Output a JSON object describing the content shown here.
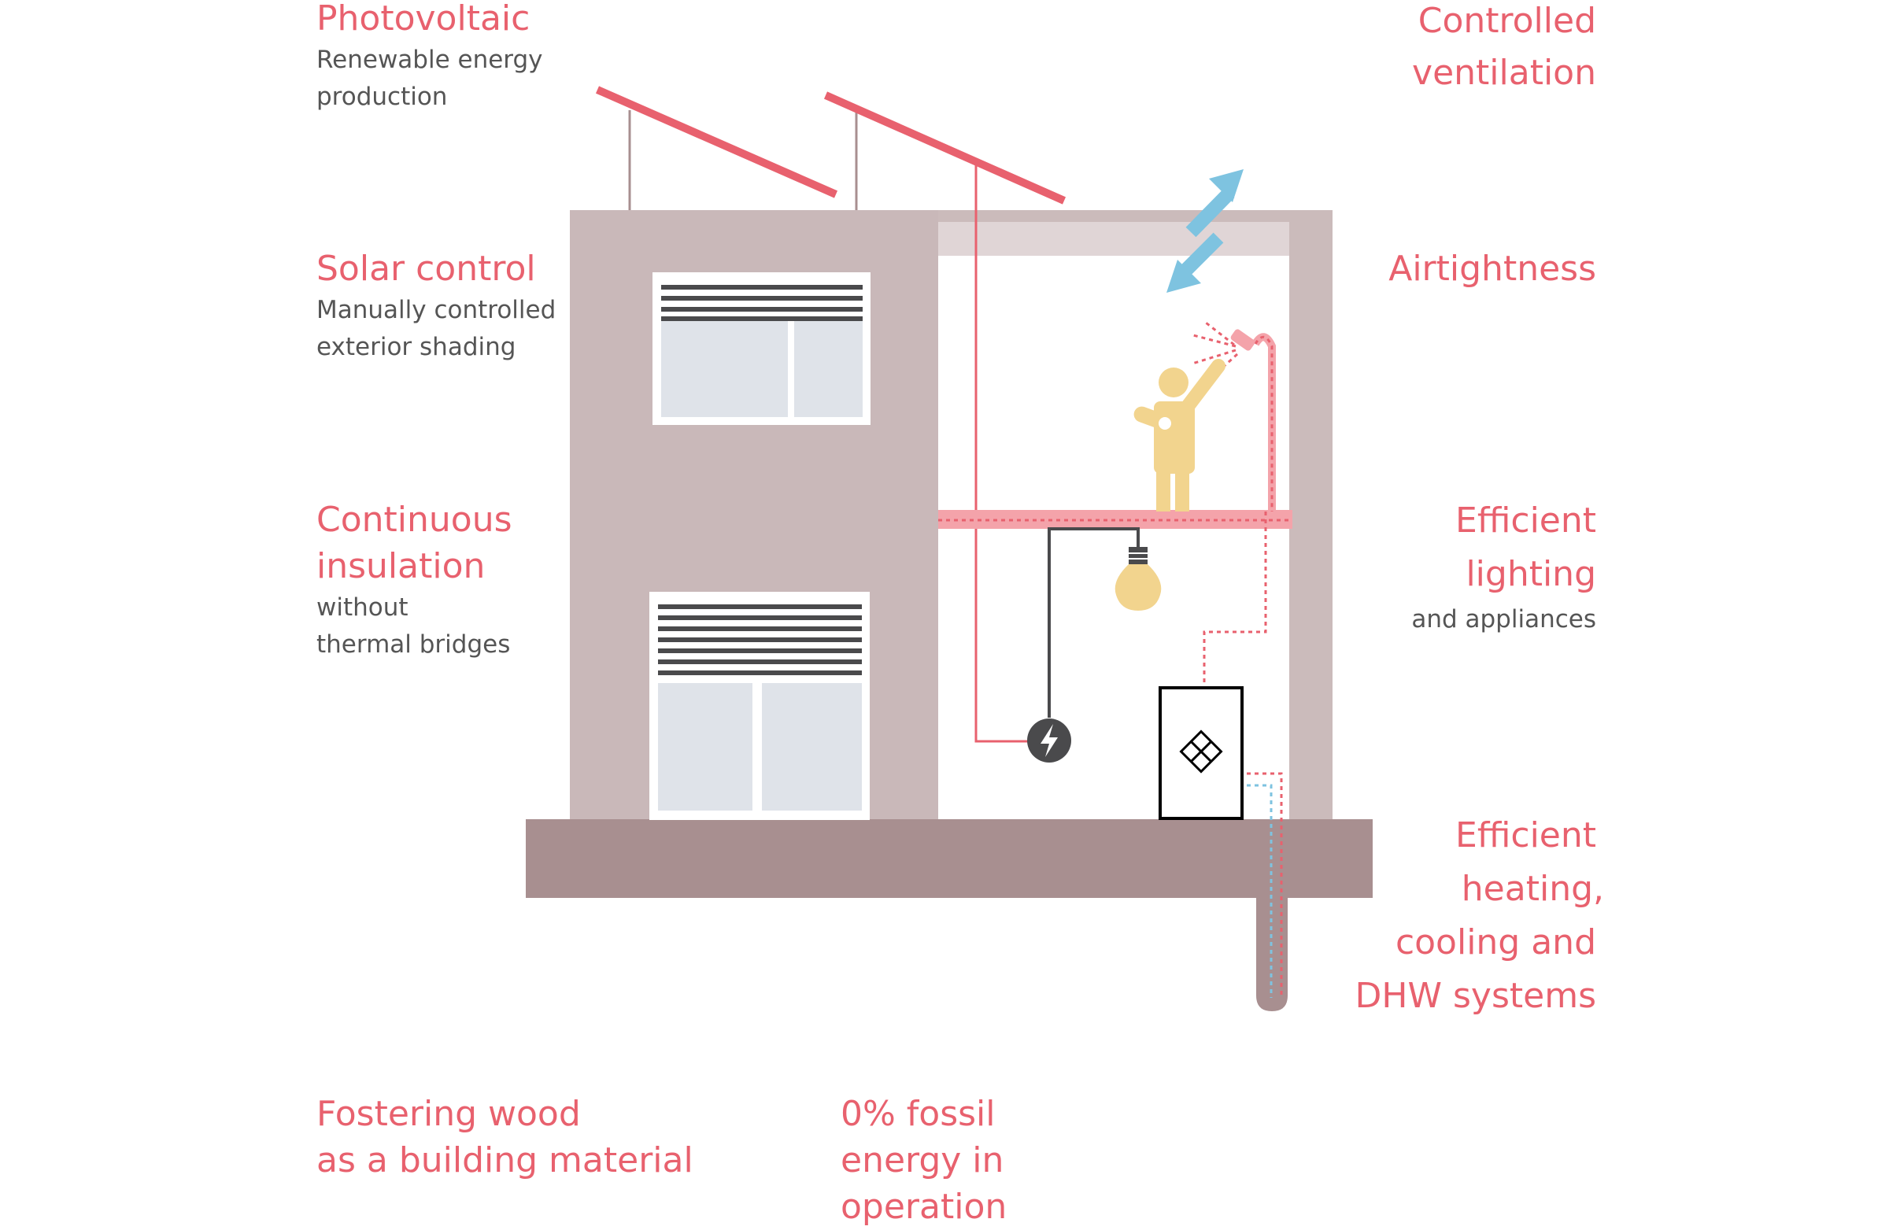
{
  "labels": {
    "photovoltaic": {
      "title": [
        "Photovoltaic"
      ],
      "sub": [
        "Renewable energy",
        "production"
      ]
    },
    "solar_control": {
      "title": [
        "Solar control"
      ],
      "sub": [
        "Manually controlled",
        "exterior shading"
      ]
    },
    "continuous_insulation": {
      "title": [
        "Continuous",
        "insulation"
      ],
      "sub": [
        "without",
        "thermal bridges"
      ]
    },
    "fostering_wood": {
      "title": [
        "Fostering wood",
        "as a building material"
      ]
    },
    "fossil_energy": {
      "title": [
        "0% fossil",
        "energy in",
        "operation"
      ]
    },
    "controlled_ventilation": {
      "title": [
        "Controlled",
        "ventilation"
      ]
    },
    "airtightness": {
      "title": [
        "Airtightness"
      ]
    },
    "efficient_lighting": {
      "title": [
        "Efficient",
        "lighting"
      ],
      "sub": [
        "and appliances"
      ]
    },
    "efficient_heating": {
      "title": [
        "Efficient",
        "heating,",
        "cooling and",
        "DHW systems"
      ]
    }
  },
  "colors": {
    "accent": "#e8616e",
    "text_secondary": "#555555",
    "wall": "#cbbbbb",
    "wall_light": "#e0d5d6",
    "foundation": "#a88f90",
    "window_glass": "#dfe3e9",
    "shutter": "#4a4a4c",
    "ventilation_arrow": "#7ec3e0",
    "person": "#f2d48e",
    "bulb": "#f2d48e",
    "floor_slab": "#f4a3aa",
    "dark": "#4a4a4c"
  },
  "icons": [
    "solar-panel-icon",
    "ventilation-arrow-icon",
    "person-icon",
    "light-bulb-icon",
    "electric-meter-icon",
    "heat-pump-icon",
    "window-shutter-icon"
  ]
}
